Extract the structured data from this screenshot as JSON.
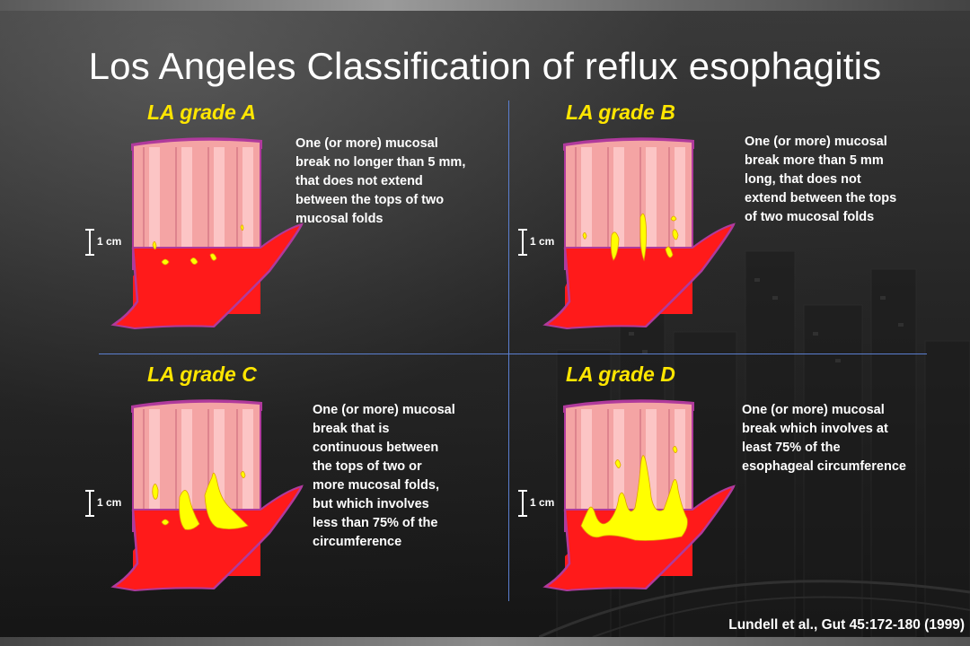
{
  "title": "Los Angeles Classification of reflux esophagitis",
  "scale_label": "1 cm",
  "citation": "Lundell et al., Gut 45:172-180 (1999)",
  "colors": {
    "tissue": "#ff1a1a",
    "mucosa": "#f4a4a4",
    "fold_highlight": "#ffd0d0",
    "break": "#ffff00",
    "outline": "#b03a9c",
    "grade_title": "#ffe600",
    "divider": "#5b7fd0"
  },
  "grades": [
    {
      "title": "LA grade A",
      "description": [
        "One (or more) mucosal",
        "break no longer than 5 mm,",
        "that does not extend",
        "between the tops of two",
        "mucosal folds"
      ]
    },
    {
      "title": "LA grade B",
      "description": [
        "One (or more) mucosal",
        "break more than 5 mm",
        "long, that does not",
        "extend between the tops",
        "of two mucosal folds"
      ]
    },
    {
      "title": "LA grade C",
      "description": [
        "One (or more) mucosal",
        "break that is",
        "continuous between",
        "the tops of two or",
        "more mucosal folds,",
        "but which involves",
        "less than 75% of the",
        "circumference"
      ]
    },
    {
      "title": "LA grade D",
      "description": [
        "One (or more) mucosal",
        "break which involves at",
        "least 75% of the",
        "esophageal circumference"
      ]
    }
  ]
}
